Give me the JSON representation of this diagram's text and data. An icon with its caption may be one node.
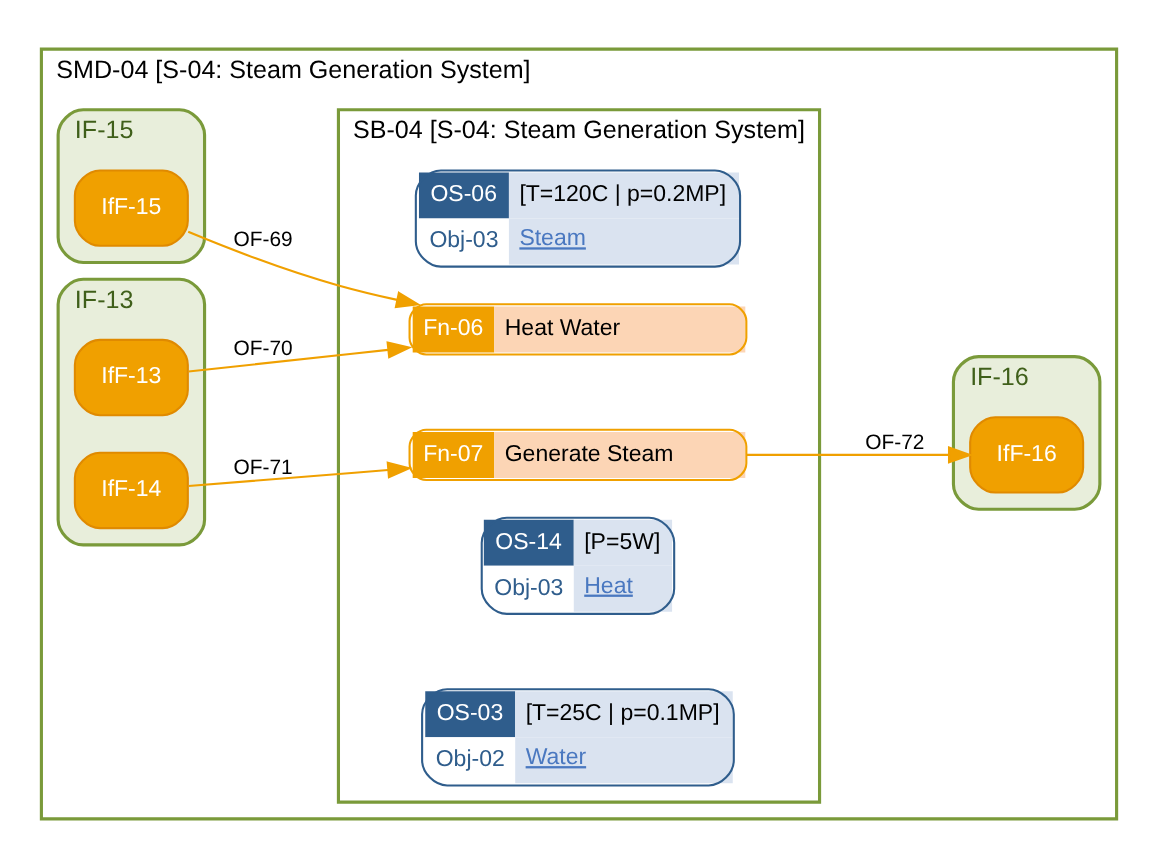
{
  "diagram": {
    "nodes": [
      {
        "text": [
          "SMD-04 [S-04: Steam Generation System]"
        ]
      },
      {
        "text": [
          "SB-04 [S-04: Steam Generation System]"
        ],
        "in": 0
      },
      {
        "text": [
          "OS-03",
          "[T=25C | p=0.1MP]",
          "Obj-02",
          "Water"
        ],
        "in": 1
      },
      {
        "text": [
          "OS-14",
          "[P=5W]",
          "Obj-03",
          "Heat"
        ],
        "in": 1
      },
      {
        "text": [
          "Fn-06",
          "Heat Water"
        ],
        "in": 1
      },
      {
        "text": [
          "Fn-07",
          "Generate Steam"
        ],
        "in": 1
      },
      {
        "text": [
          "OS-06",
          "[T=120C | p=0.2MP]",
          "Obj-03",
          "Steam"
        ],
        "in": 1
      },
      {
        "text": [
          "IF-15"
        ],
        "in": 0
      },
      {
        "text": [
          "IfF-15"
        ],
        "in": 7
      },
      {
        "text": [
          "IF-13"
        ],
        "in": 0
      },
      {
        "text": [
          "IfF-13"
        ],
        "in": 9
      },
      {
        "text": [
          "IfF-14"
        ],
        "in": 9
      },
      {
        "text": [
          "IF-16"
        ],
        "in": 0
      },
      {
        "text": [
          "IfF-16"
        ],
        "in": 12
      }
    ],
    "edges": [
      {
        "from": 8,
        "to": 4,
        "arrow": "to",
        "label": "OF-69"
      },
      {
        "from": 10,
        "to": 4,
        "arrow": "to",
        "label": "OF-70"
      },
      {
        "from": 11,
        "to": 5,
        "arrow": "to",
        "label": "OF-71"
      },
      {
        "from": 5,
        "to": 13,
        "arrow": "to",
        "label": "OF-72"
      }
    ]
  }
}
